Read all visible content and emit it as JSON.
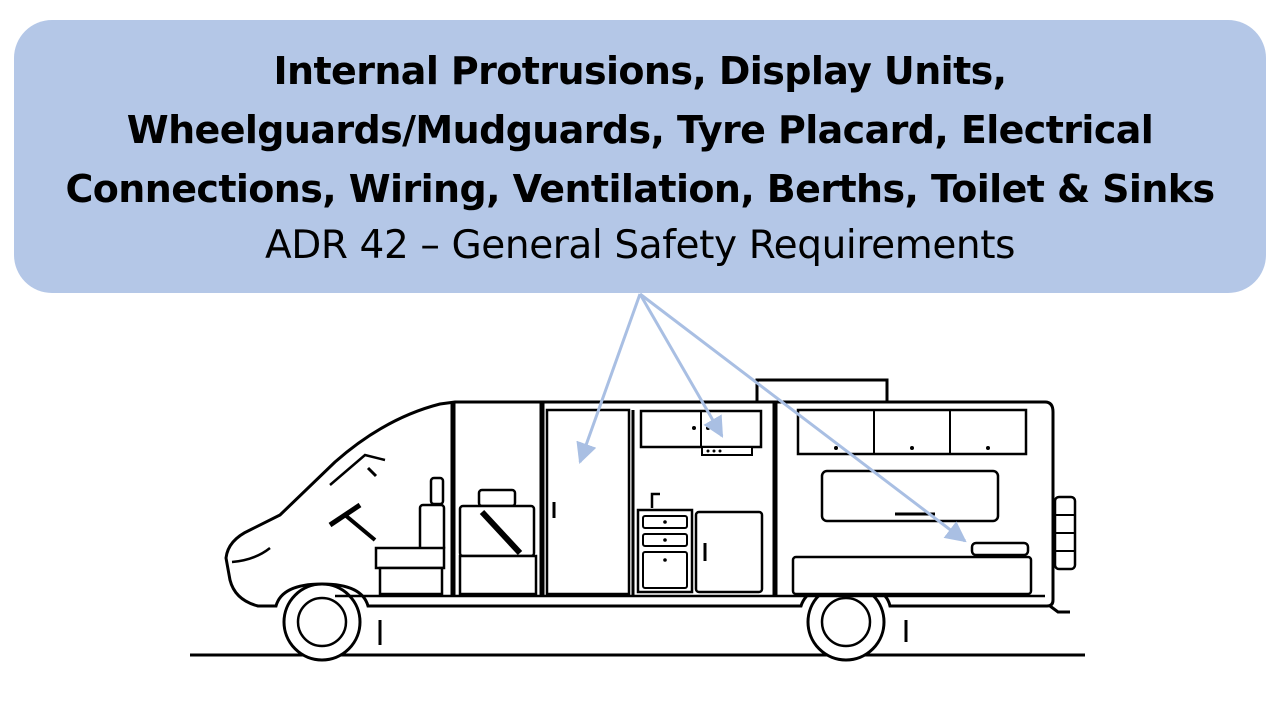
{
  "callout": {
    "heading_lines": [
      "Internal Protrusions, Display Units,",
      "Wheelguards/Mudguards, Tyre Placard, Electrical",
      "Connections, Wiring, Ventilation, Berths, Toilet & Sinks"
    ],
    "subtitle": "ADR 42 – General Safety Requirements"
  },
  "colors": {
    "callout_fill": "#b4c7e7",
    "arrow": "#a9bfe3",
    "vehicle_line": "#000000"
  },
  "illustration": {
    "subject": "campervan-interior-side-view"
  }
}
